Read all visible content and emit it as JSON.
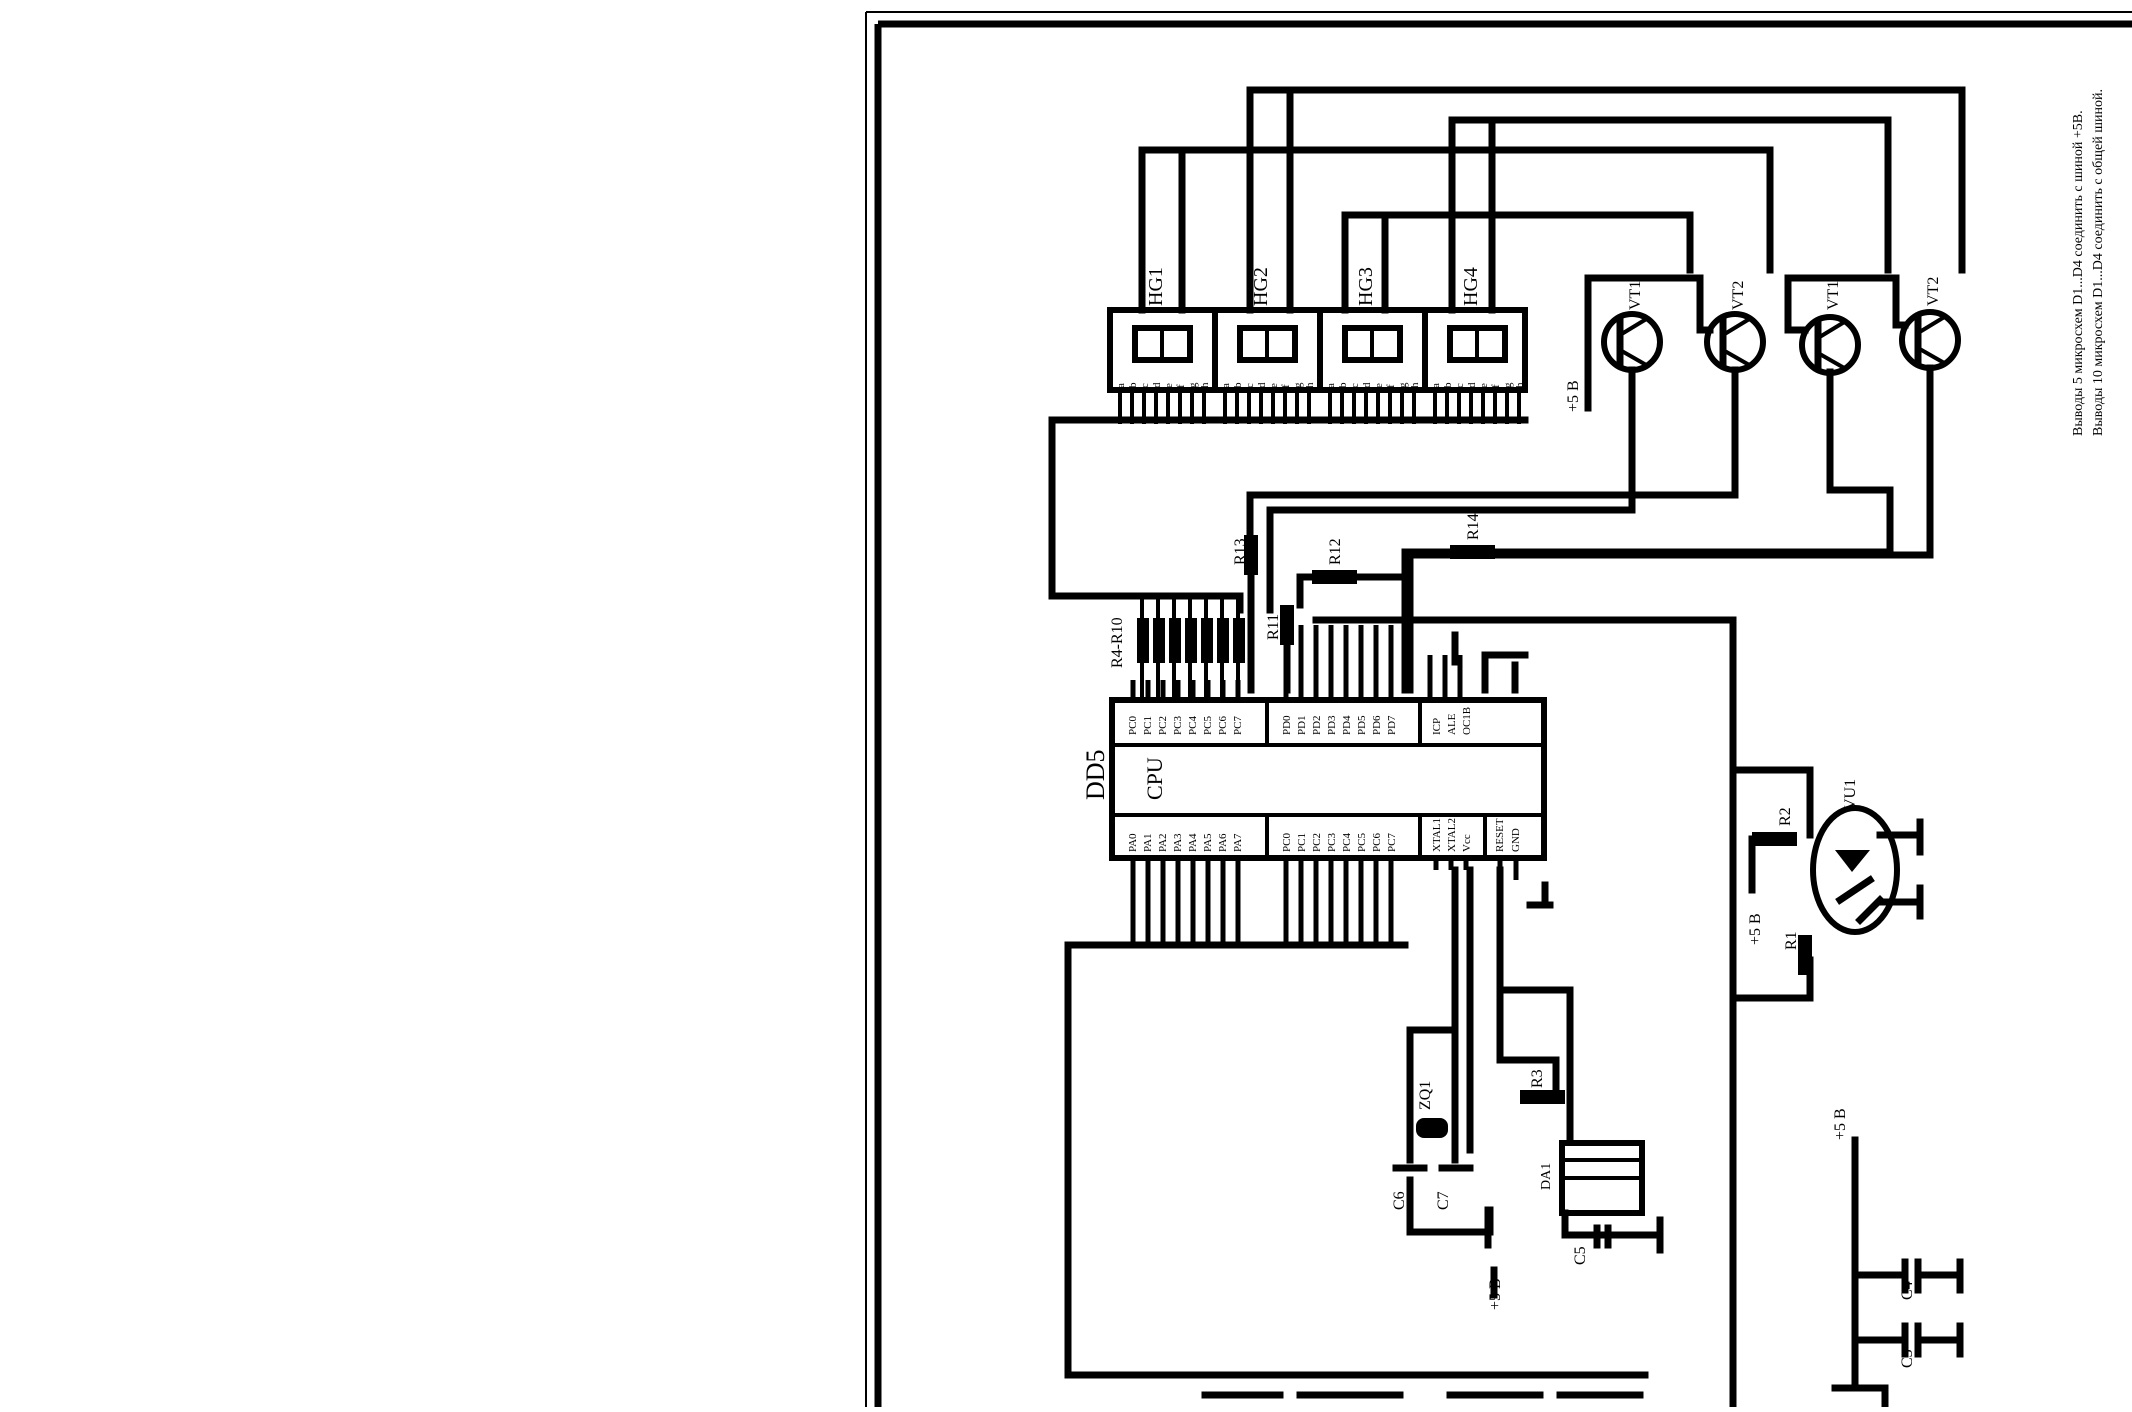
{
  "notes": {
    "line1": "Выводы 5 микросхем D1...D4 соединить с шиной +5В.",
    "line2": "Выводы 10 микросхем D1...D4 соединить с общей шиной."
  },
  "displays": [
    "HG1",
    "HG2",
    "HG3",
    "HG4"
  ],
  "segment_letters": "abcdefgh",
  "transistors": [
    "VT1",
    "VT2",
    "VT1",
    "VT2"
  ],
  "cpu": {
    "ref": "DD5",
    "name": "CPU",
    "top_pins_pc": [
      "PC0",
      "PC1",
      "PC2",
      "PC3",
      "PC4",
      "PC5",
      "PC6",
      "PC7"
    ],
    "top_pins_pd": [
      "PD0",
      "PD1",
      "PD2",
      "PD3",
      "PD4",
      "PD5",
      "PD6",
      "PD7"
    ],
    "top_pins_misc": [
      "ICP",
      "ALE",
      "OC1B"
    ],
    "bottom_pins_pa": [
      "PA0",
      "PA1",
      "PA2",
      "PA3",
      "PA4",
      "PA5",
      "PA6",
      "PA7"
    ],
    "bottom_pins_pc": [
      "PC0",
      "PC1",
      "PC2",
      "PC3",
      "PC4",
      "PC5",
      "PC6",
      "PC7"
    ],
    "bottom_pins_misc": [
      "XTAL1",
      "XTAL2",
      "Vcc"
    ],
    "bottom_pins_rst": [
      "RESET",
      "GND"
    ]
  },
  "labels": {
    "r4r10": "R4-R10",
    "r11": "R11",
    "r12": "R12",
    "r13": "R13",
    "r14": "R14",
    "r1": "R1",
    "r2": "R2",
    "r3": "R3",
    "vu1": "VU1",
    "zq1": "ZQ1",
    "da1": "DA1",
    "c3": "C3",
    "c4": "C4",
    "c5": "C5",
    "c6": "C6",
    "c7": "C7",
    "plus5": "+5 В"
  }
}
